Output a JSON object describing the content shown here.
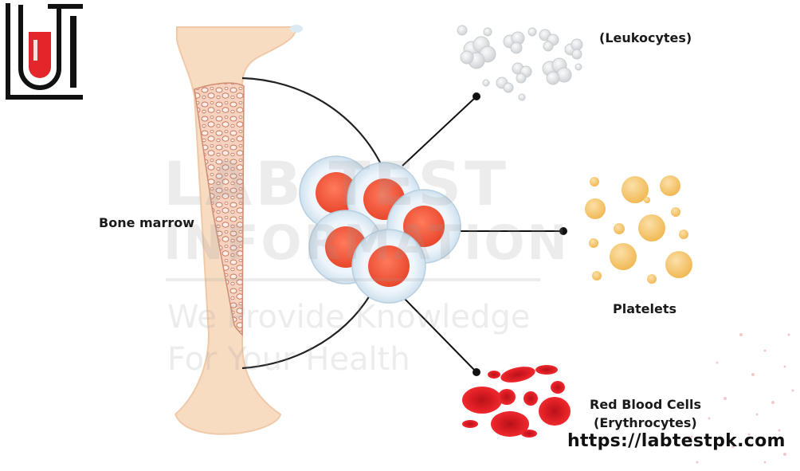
{
  "labels": {
    "bone_marrow": "Bone marrow",
    "leukocytes": "(Leukocytes)",
    "platelets": "Platelets",
    "red_blood_cells": "Red Blood Cells",
    "erythrocytes": "(Erythrocytes)"
  },
  "website": "https://labtestpk.com",
  "watermark": {
    "line1": "LAB TEST",
    "line2": "INFORMATION",
    "line3": "We Provide Knowledge",
    "line4": "For Your Health"
  },
  "logo": {
    "icon": "test-tube-logo-icon",
    "letters": "LTI"
  },
  "colors": {
    "bone": "#f7dcc2",
    "stem_cell_core": "#f0553a",
    "stem_cell_membrane": "#dbeaf4",
    "platelet": "#f6c672",
    "leukocyte": "#e6e8ea",
    "red_blood_cell": "#d9181f",
    "logo_red": "#e3262a"
  }
}
